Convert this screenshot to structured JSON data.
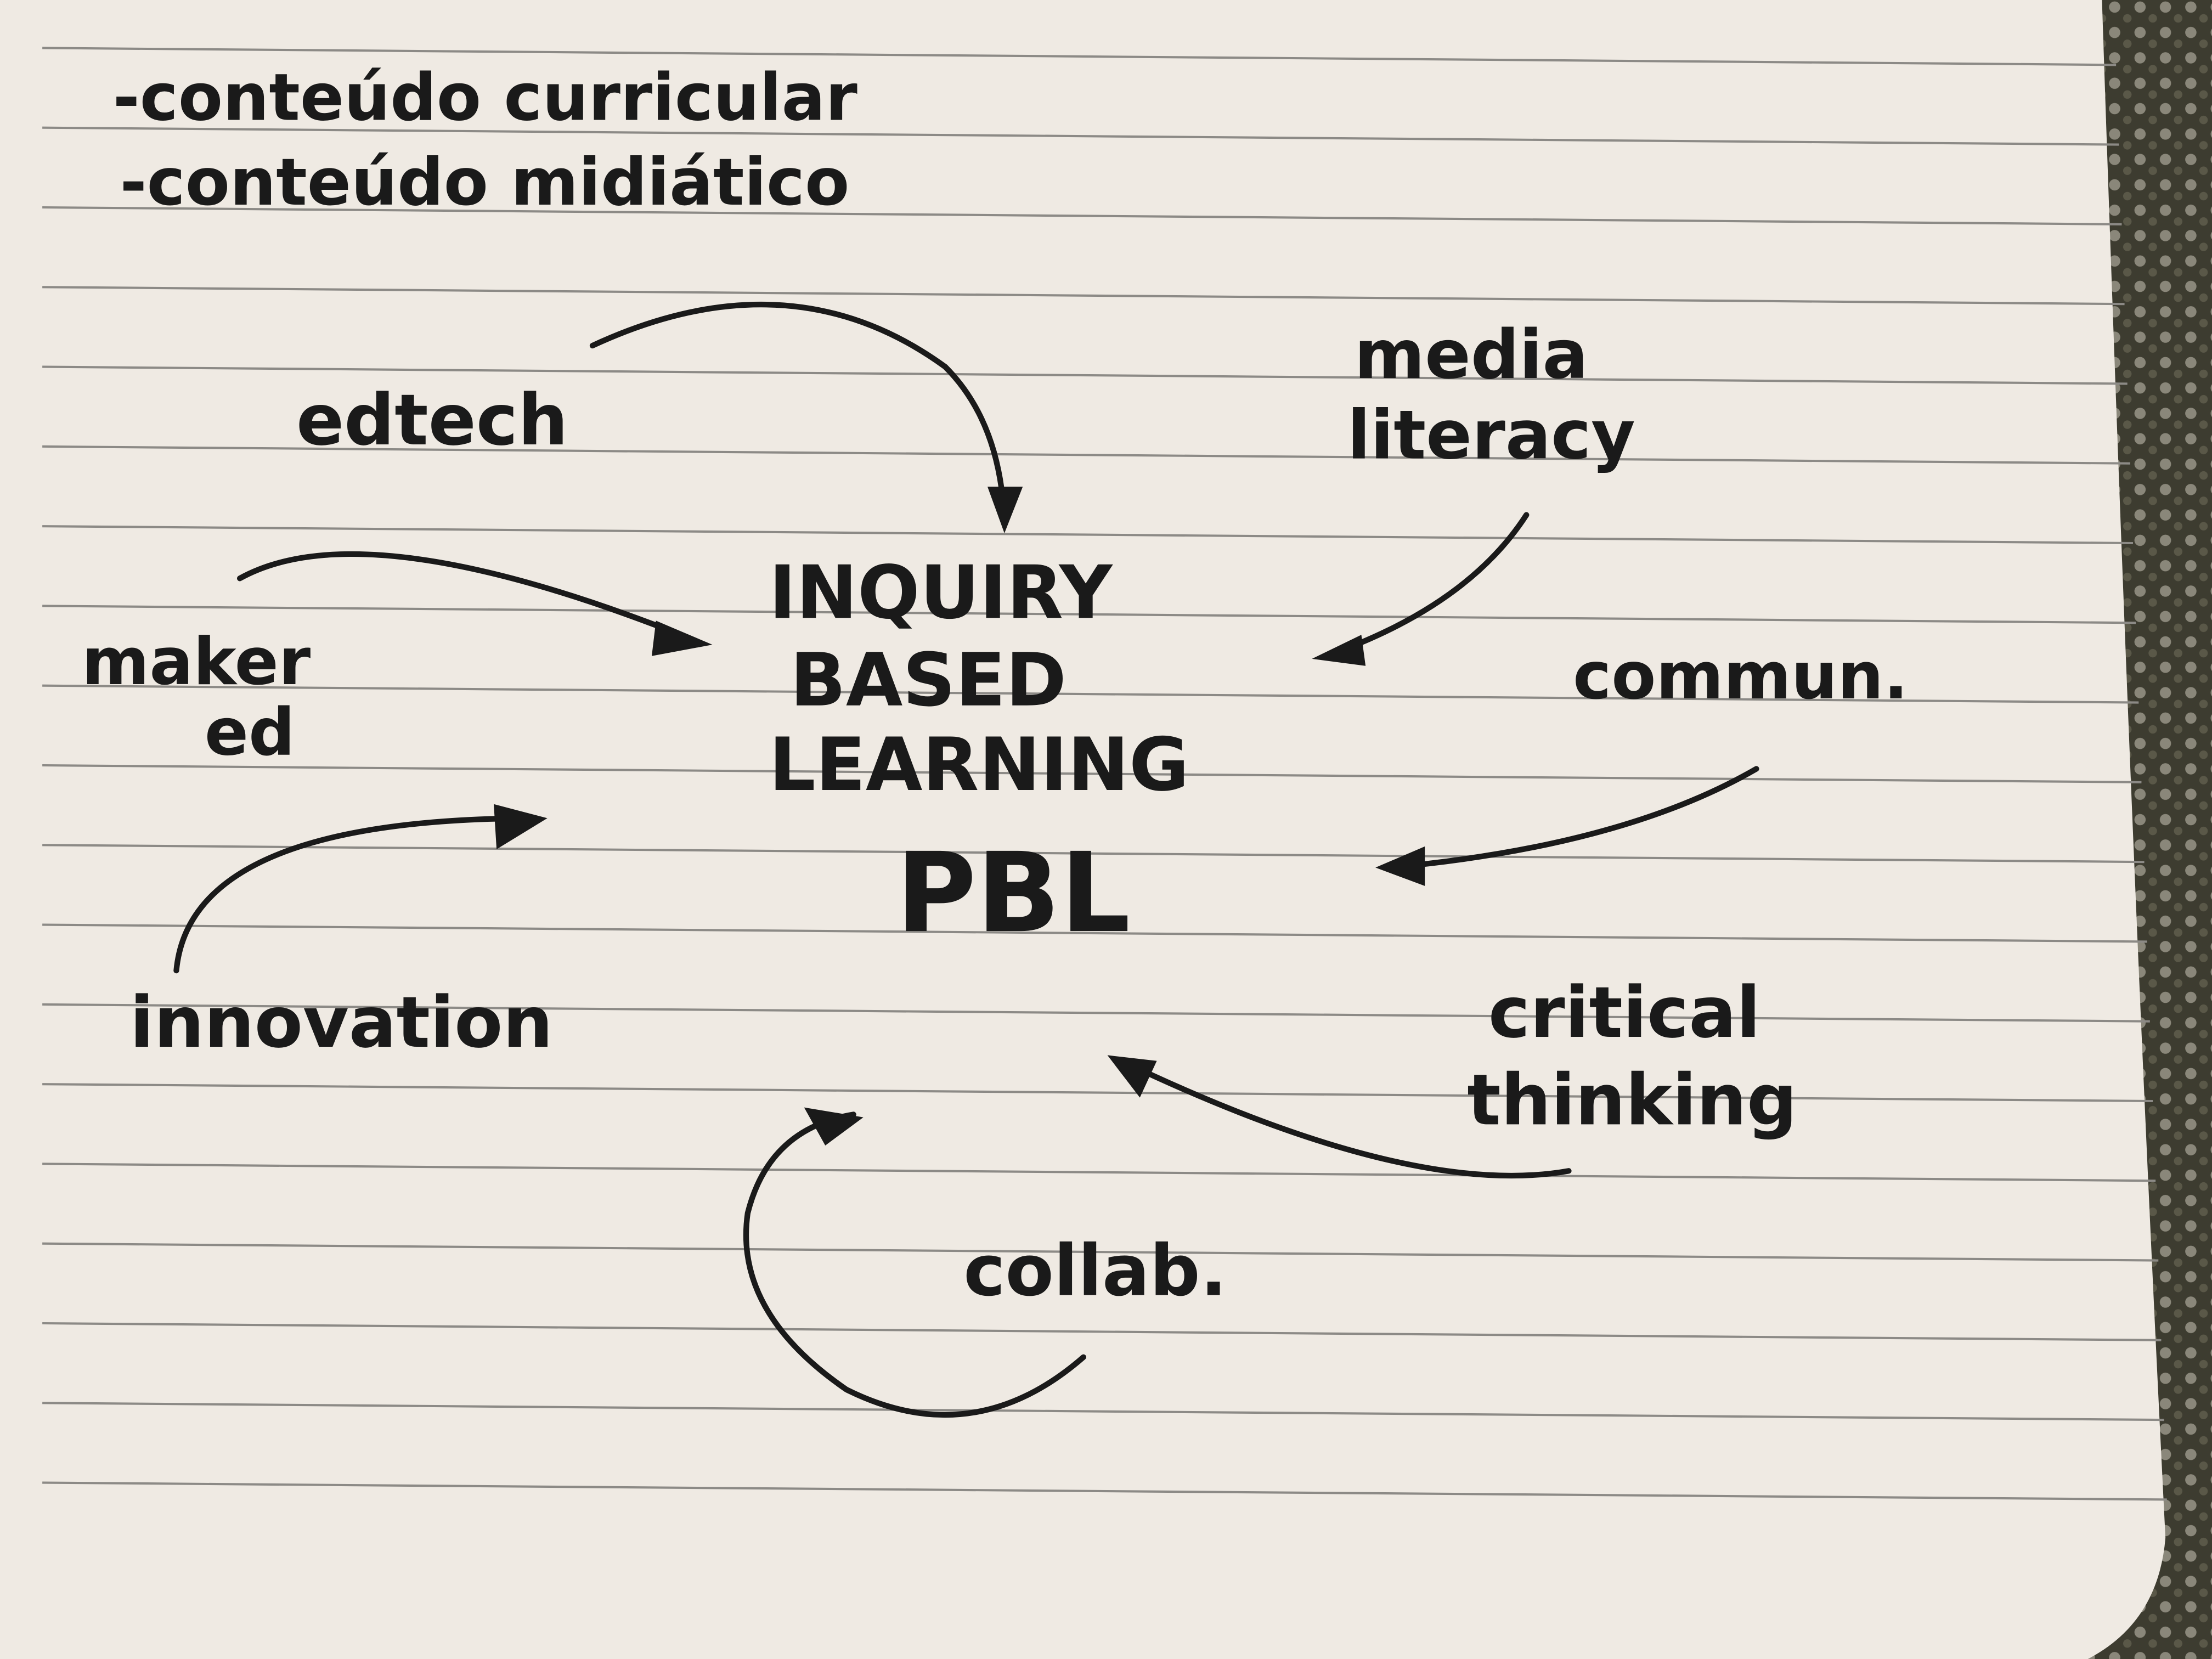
{
  "notes": {
    "line1": "-conteúdo curricular",
    "line2": "-conteúdo midiático"
  },
  "center": {
    "line1": "INQUIRY",
    "line2": "BASED",
    "line3": "LEARNING",
    "line4": "PBL"
  },
  "nodes": {
    "edtech": "edtech",
    "media1": "media",
    "media2": "literacy",
    "maker1": "maker",
    "maker2": "ed",
    "commun": "commun.",
    "innovation": "innovation",
    "critical1": "critical",
    "critical2": "thinking",
    "collab": "collab."
  },
  "colors": {
    "paper": "#efeae3",
    "ink": "#1a1a1a",
    "background": "#3a3a30"
  }
}
